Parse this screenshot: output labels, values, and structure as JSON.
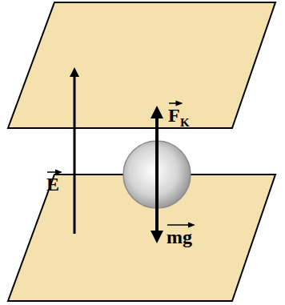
{
  "diagram": {
    "labels": [
      "E",
      "F",
      "K",
      "mg"
    ]
  }
}
